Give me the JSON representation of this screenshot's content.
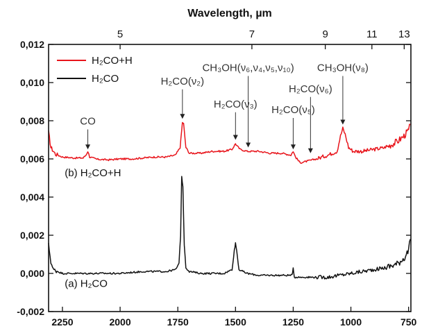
{
  "chart_data": {
    "type": "line",
    "title": "",
    "xlabel": "",
    "ylabel": "",
    "x_top_label": "Wavelength, µm",
    "xlim": [
      2310,
      740
    ],
    "ylim": [
      -0.002,
      0.012
    ],
    "x_ticks": [
      2250,
      2000,
      1750,
      1500,
      1250,
      1000,
      750
    ],
    "y_ticks": [
      {
        "v": -0.002,
        "label": "-0,002"
      },
      {
        "v": 0.0,
        "label": "0,000"
      },
      {
        "v": 0.002,
        "label": "0,002"
      },
      {
        "v": 0.004,
        "label": "0,004"
      },
      {
        "v": 0.006,
        "label": "0,006"
      },
      {
        "v": 0.008,
        "label": "0,008"
      },
      {
        "v": 0.01,
        "label": "0,010"
      },
      {
        "v": 0.012,
        "label": "0,012"
      }
    ],
    "top_ticks": [
      {
        "label": "5",
        "wavenumber": 2000
      },
      {
        "label": "7",
        "wavenumber": 1429
      },
      {
        "label": "9",
        "wavenumber": 1111
      },
      {
        "label": "11",
        "wavenumber": 909
      },
      {
        "label": "13",
        "wavenumber": 769
      }
    ],
    "legend": {
      "placement": "top-left",
      "entries": [
        {
          "label": "H₂CO+H",
          "color": "#e8141b"
        },
        {
          "label": "H₂CO",
          "color": "#111111"
        }
      ]
    },
    "series": [
      {
        "color": "#e8141b",
        "points": [
          [
            2310,
            0.0074
          ],
          [
            2300,
            0.0066
          ],
          [
            2280,
            0.00625
          ],
          [
            2250,
            0.0061
          ],
          [
            2200,
            0.00605
          ],
          [
            2160,
            0.00605
          ],
          [
            2148,
            0.0062
          ],
          [
            2140,
            0.0064
          ],
          [
            2132,
            0.0061
          ],
          [
            2100,
            0.00598
          ],
          [
            2050,
            0.00595
          ],
          [
            2000,
            0.006
          ],
          [
            1950,
            0.006
          ],
          [
            1900,
            0.00605
          ],
          [
            1850,
            0.0061
          ],
          [
            1800,
            0.0061
          ],
          [
            1760,
            0.0062
          ],
          [
            1740,
            0.0066
          ],
          [
            1730,
            0.0079
          ],
          [
            1725,
            0.00785
          ],
          [
            1715,
            0.0066
          ],
          [
            1700,
            0.0063
          ],
          [
            1650,
            0.0063
          ],
          [
            1600,
            0.0064
          ],
          [
            1550,
            0.0064
          ],
          [
            1515,
            0.0065
          ],
          [
            1500,
            0.0068
          ],
          [
            1495,
            0.0067
          ],
          [
            1480,
            0.0065
          ],
          [
            1450,
            0.0064
          ],
          [
            1400,
            0.0064
          ],
          [
            1350,
            0.0063
          ],
          [
            1300,
            0.0063
          ],
          [
            1260,
            0.0062
          ],
          [
            1250,
            0.0064
          ],
          [
            1240,
            0.0061
          ],
          [
            1220,
            0.0058
          ],
          [
            1200,
            0.00585
          ],
          [
            1150,
            0.006
          ],
          [
            1100,
            0.0062
          ],
          [
            1060,
            0.0064
          ],
          [
            1045,
            0.0072
          ],
          [
            1035,
            0.0076
          ],
          [
            1025,
            0.0073
          ],
          [
            1010,
            0.0066
          ],
          [
            990,
            0.0064
          ],
          [
            950,
            0.0064
          ],
          [
            900,
            0.0065
          ],
          [
            850,
            0.0066
          ],
          [
            800,
            0.0069
          ],
          [
            770,
            0.0072
          ],
          [
            750,
            0.0075
          ],
          [
            742,
            0.0078
          ]
        ]
      },
      {
        "color": "#111111",
        "points": [
          [
            2310,
            0.0015
          ],
          [
            2300,
            0.0006
          ],
          [
            2290,
            0.0002
          ],
          [
            2270,
            0.0001
          ],
          [
            2250,
            0.0
          ],
          [
            2200,
            0.0
          ],
          [
            2100,
            0.0
          ],
          [
            2000,
            0.0
          ],
          [
            1900,
            0.0001
          ],
          [
            1800,
            0.0001
          ],
          [
            1760,
            0.0002
          ],
          [
            1745,
            0.0005
          ],
          [
            1738,
            0.002
          ],
          [
            1733,
            0.0051
          ],
          [
            1728,
            0.0045
          ],
          [
            1722,
            0.0015
          ],
          [
            1715,
            0.0003
          ],
          [
            1700,
            0.0001
          ],
          [
            1650,
            0.0
          ],
          [
            1600,
            0.0
          ],
          [
            1550,
            0.0
          ],
          [
            1515,
            0.0002
          ],
          [
            1505,
            0.0012
          ],
          [
            1500,
            0.0016
          ],
          [
            1495,
            0.0012
          ],
          [
            1485,
            0.0002
          ],
          [
            1450,
            0.0
          ],
          [
            1400,
            -0.0001
          ],
          [
            1350,
            -0.0001
          ],
          [
            1300,
            -0.0001
          ],
          [
            1255,
            -0.0001
          ],
          [
            1250,
            0.0003
          ],
          [
            1245,
            -0.0002
          ],
          [
            1200,
            -0.0002
          ],
          [
            1150,
            -0.0002
          ],
          [
            1100,
            -0.0002
          ],
          [
            1050,
            -0.0001
          ],
          [
            1000,
            0.0
          ],
          [
            950,
            0.0001
          ],
          [
            900,
            0.0002
          ],
          [
            850,
            0.0003
          ],
          [
            800,
            0.0005
          ],
          [
            770,
            0.0008
          ],
          [
            750,
            0.0012
          ],
          [
            742,
            0.0018
          ]
        ]
      }
    ],
    "annotations": [
      {
        "text": "CO",
        "x": 2140,
        "y_text": 0.0078,
        "y_tip": 0.0065
      },
      {
        "text": "H₂CO(ν₂)",
        "x": 1730,
        "y_text": 0.0099,
        "y_tip": 0.0081
      },
      {
        "text": "H₂CO(ν₃)",
        "x": 1500,
        "y_text": 0.0087,
        "y_tip": 0.007
      },
      {
        "text": "CH₃OH(ν₆,ν₄,ν₅,ν₁₀)",
        "x": 1445,
        "y_text": 0.0106,
        "y_tip": 0.0066
      },
      {
        "text": "H₂CO(ν₅)",
        "x": 1250,
        "y_text": 0.0084,
        "y_tip": 0.0065
      },
      {
        "text": "H₂CO(ν₆)",
        "x": 1175,
        "y_text": 0.0095,
        "y_tip": 0.0063
      },
      {
        "text": "CH₃OH(ν₈)",
        "x": 1035,
        "y_text": 0.0106,
        "y_tip": 0.0078
      }
    ],
    "panel_labels": [
      {
        "text": "(b) H₂CO+H",
        "x": 2240,
        "y": 0.0051
      },
      {
        "text": "(a) H₂CO",
        "x": 2240,
        "y": -0.0007
      }
    ]
  }
}
